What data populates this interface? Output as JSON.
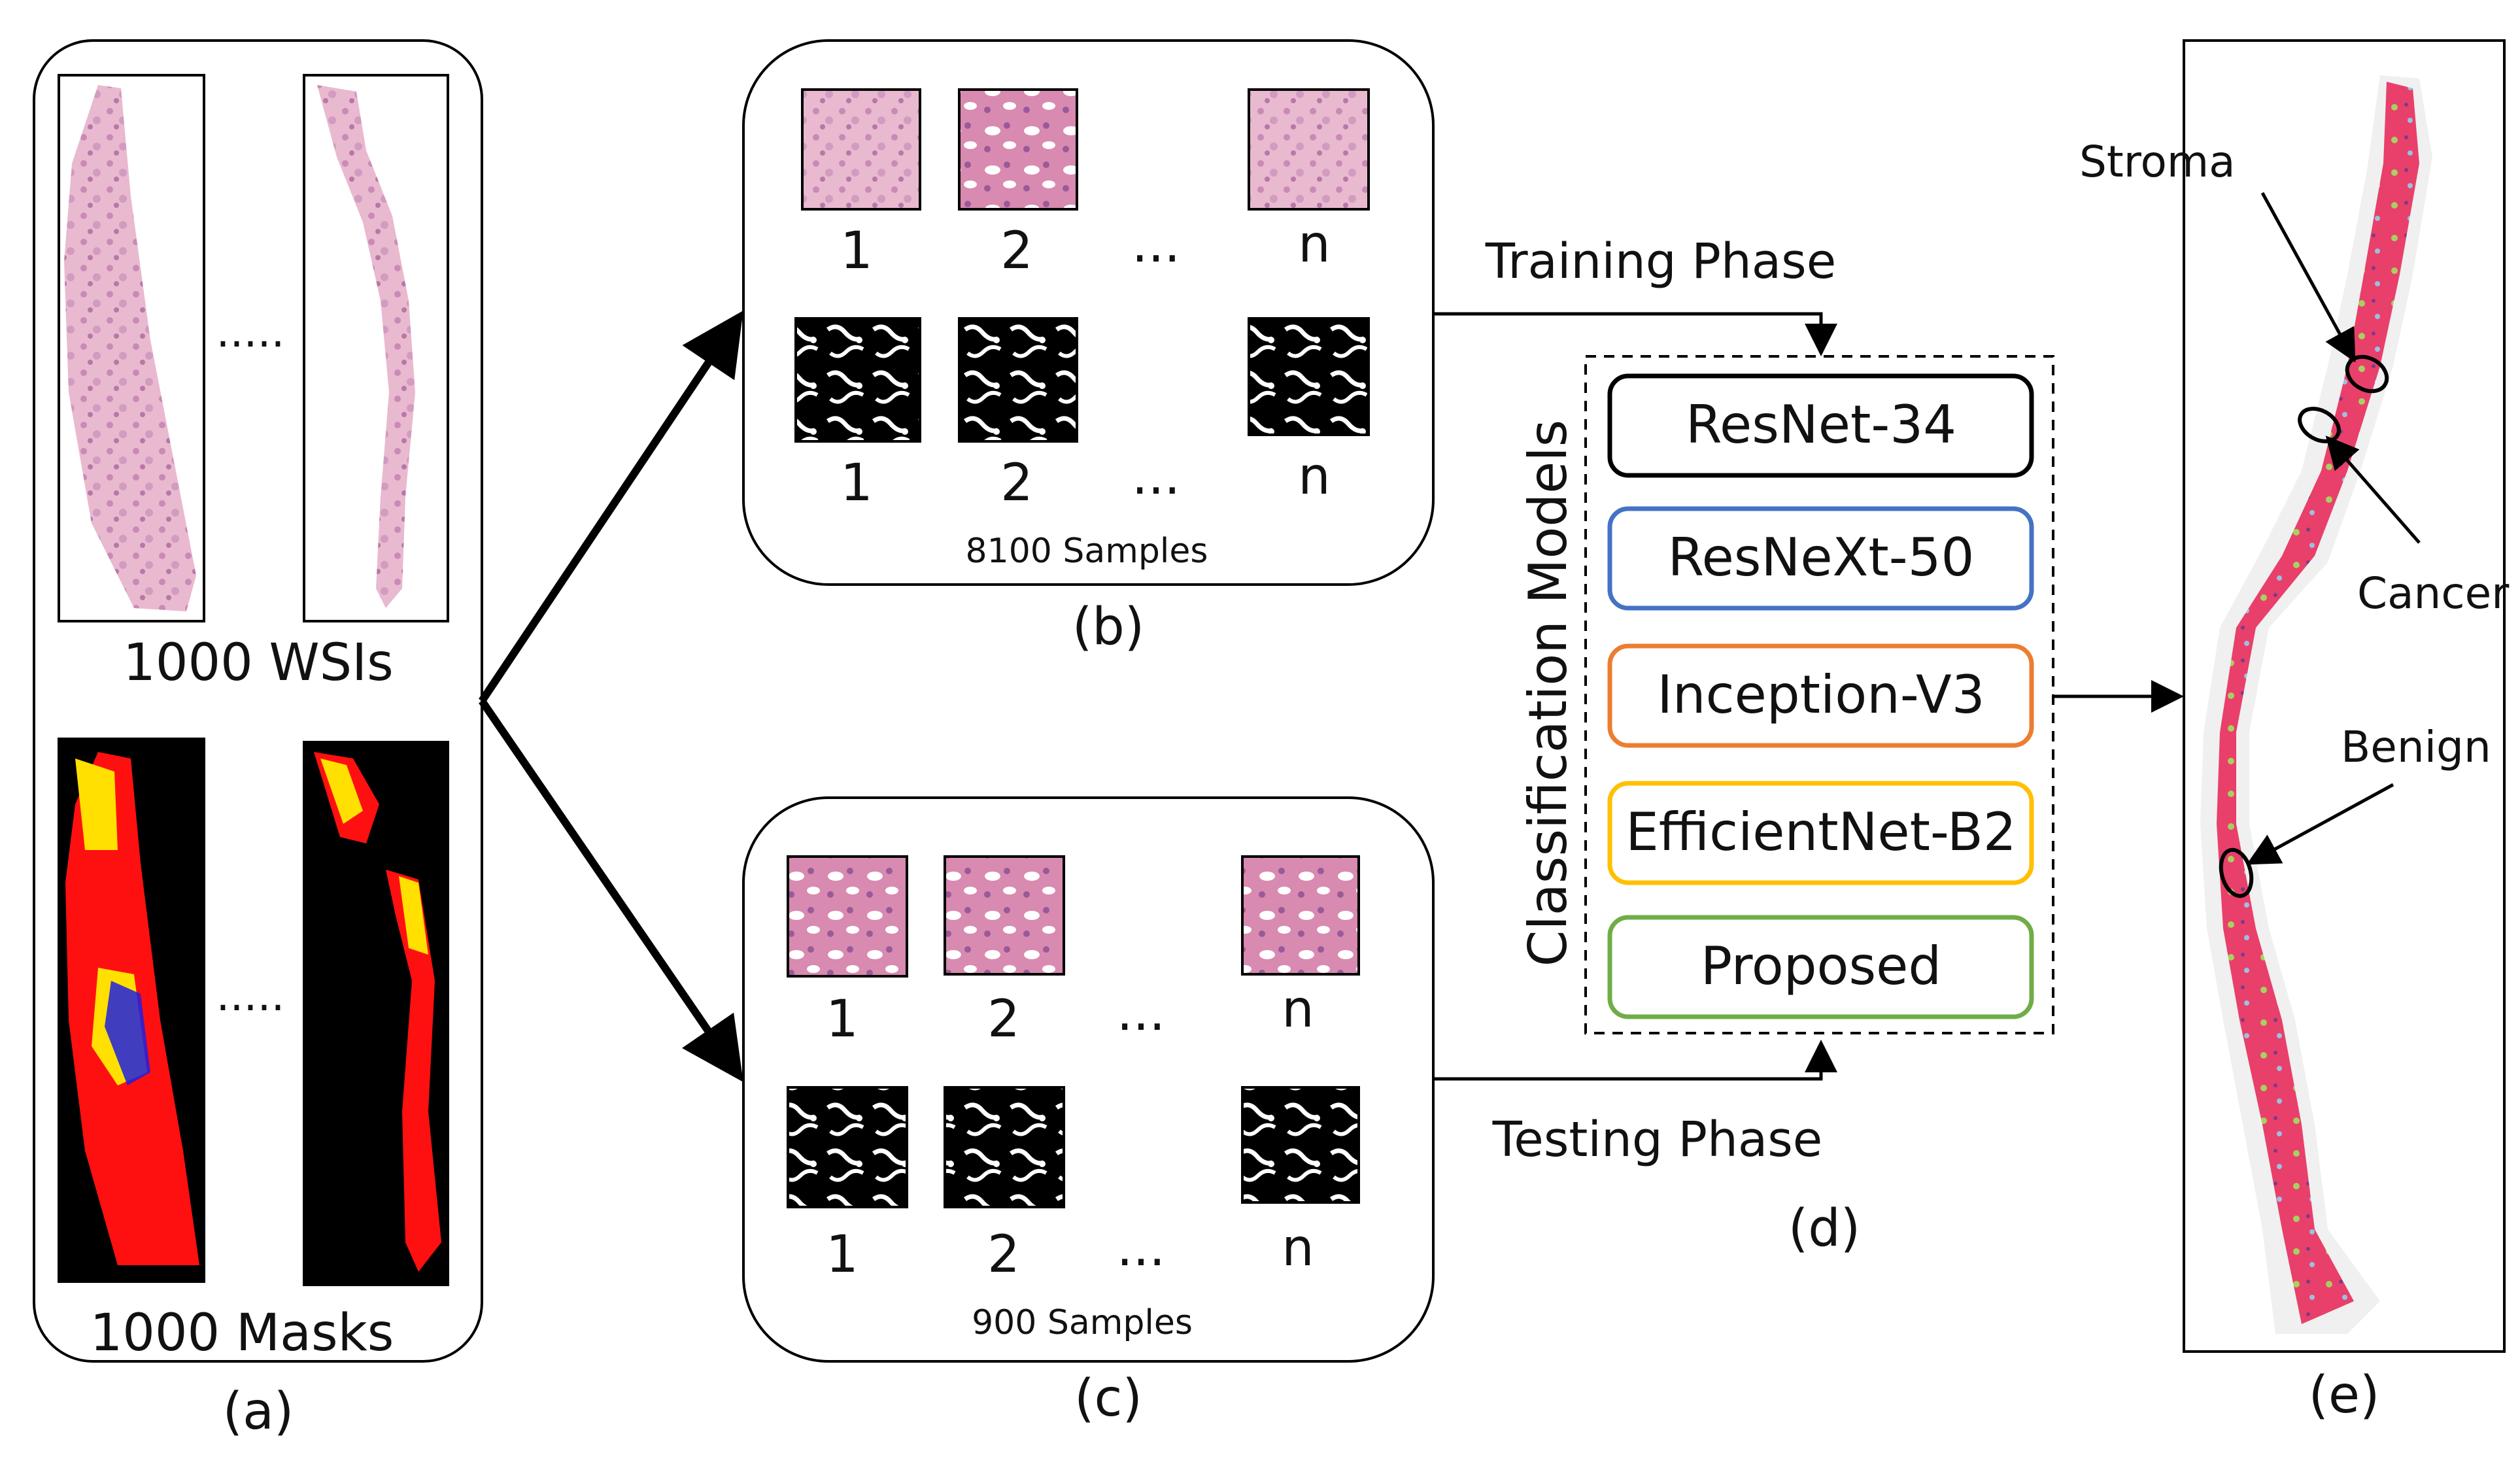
{
  "panel_a": {
    "caption": "(a)",
    "wsi_label": "1000 WSIs",
    "mask_label": "1000 Masks",
    "ellipsis_top": ".....",
    "ellipsis_bottom": "....."
  },
  "panel_b": {
    "caption": "(b)",
    "samples_label": "8100 Samples",
    "patch_labels": [
      "1",
      "2",
      "...",
      "n"
    ],
    "mask_labels": [
      "1",
      "2",
      "...",
      "n"
    ]
  },
  "panel_c": {
    "caption": "(c)",
    "samples_label": "900 Samples",
    "patch_labels": [
      "1",
      "2",
      "...",
      "n"
    ],
    "mask_labels": [
      "1",
      "2",
      "...",
      "n"
    ]
  },
  "phases": {
    "training": "Training Phase",
    "testing": "Testing Phase"
  },
  "panel_d": {
    "caption": "(d)",
    "group_label": "Classification Models",
    "models": [
      {
        "label": "ResNet-34",
        "color": "#000000"
      },
      {
        "label": "ResNeXt-50",
        "color": "#4472C4"
      },
      {
        "label": "Inception-V3",
        "color": "#ED7D31"
      },
      {
        "label": "EfficientNet-B2",
        "color": "#FFC000"
      },
      {
        "label": "Proposed",
        "color": "#70AD47"
      }
    ]
  },
  "panel_e": {
    "caption": "(e)",
    "annotations": {
      "stroma": "Stroma",
      "cancer": "Cancer",
      "benign": "Benign"
    }
  },
  "colors": {
    "tissue_pink": "#E8B8D0",
    "tissue_purple": "#B07AB0",
    "mask_red": "#FF1010",
    "mask_yellow": "#FFE000",
    "mask_blue": "#2020E0",
    "prediction_pink": "#E8406A",
    "prediction_green": "#A8D060"
  }
}
